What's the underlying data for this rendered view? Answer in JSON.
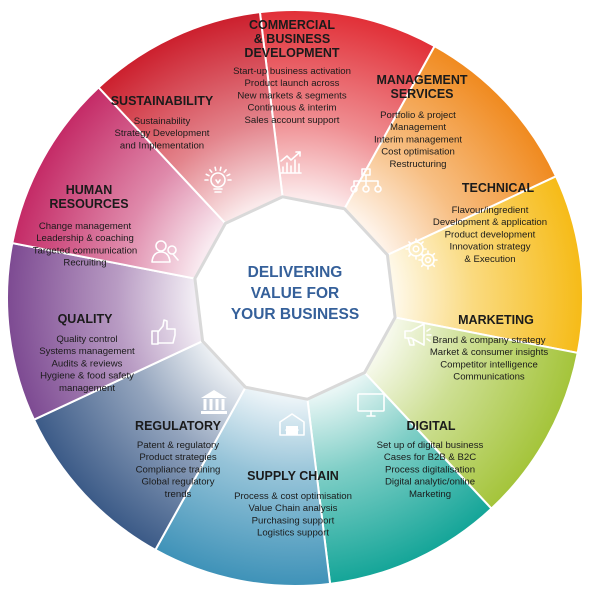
{
  "center": {
    "lines": [
      "DELIVERING",
      "VALUE FOR",
      "YOUR BUSINESS"
    ]
  },
  "segments": [
    {
      "key": "commercial",
      "color": "#e12f37",
      "icon": "line-chart-icon",
      "title": [
        "COMMERCIAL",
        "& BUSINESS",
        "DEVELOPMENT"
      ],
      "items": [
        "Start-up business activation",
        "Product launch across",
        "New markets & segments",
        "Continuous & interim",
        "Sales account support"
      ]
    },
    {
      "key": "management",
      "color": "#f08a1f",
      "icon": "org-chart-icon",
      "title": [
        "MANAGEMENT",
        "SERVICES"
      ],
      "items": [
        "Portfolio & project",
        "Management",
        "Interim management",
        "Cost optimisation",
        "Restructuring"
      ]
    },
    {
      "key": "technical",
      "color": "#f6bb17",
      "icon": "gears-icon",
      "title": [
        "TECHNICAL"
      ],
      "items": [
        "Flavour/ingredient",
        "Development & application",
        "Product development",
        "Innovation strategy",
        "& Execution"
      ]
    },
    {
      "key": "marketing",
      "color": "#a4c43a",
      "icon": "megaphone-icon",
      "title": [
        "MARKETING"
      ],
      "items": [
        "Brand & company strategy",
        "Market & consumer insights",
        "Competitor intelligence",
        "Communications"
      ]
    },
    {
      "key": "digital",
      "color": "#14a598",
      "icon": "monitor-icon",
      "title": [
        "DIGITAL"
      ],
      "items": [
        "Set up of digital business",
        "Cases for B2B & B2C",
        "Process digitalisation",
        "Digital analytic/online",
        "Marketing"
      ]
    },
    {
      "key": "supply",
      "color": "#3e92b8",
      "icon": "warehouse-icon",
      "title": [
        "SUPPLY CHAIN"
      ],
      "items": [
        "Process & cost optimisation",
        "Value Chain analysis",
        "Purchasing support",
        "Logistics support"
      ]
    },
    {
      "key": "regulatory",
      "color": "#3b5a87",
      "icon": "bank-icon",
      "title": [
        "REGULATORY"
      ],
      "items": [
        "Patent & regulatory",
        "Product strategies",
        "Compliance training",
        "Global regulatory",
        "trends"
      ]
    },
    {
      "key": "quality",
      "color": "#7d4a92",
      "icon": "thumbs-up-icon",
      "title": [
        "QUALITY"
      ],
      "items": [
        "Quality control",
        "Systems management",
        "Audits & reviews",
        "Hygiene & food safety",
        "management"
      ]
    },
    {
      "key": "hr",
      "color": "#c42a66",
      "icon": "people-icon",
      "title": [
        "HUMAN",
        "RESOURCES"
      ],
      "items": [
        "Change management",
        "Leadership & coaching",
        "Targeted communication",
        "Recruiting"
      ]
    },
    {
      "key": "sustainability",
      "color": "#cc1f2d",
      "icon": "lightbulb-icon",
      "title": [
        "SUSTAINABILITY"
      ],
      "items": [
        "Sustainability",
        "Strategy Development",
        "and Implementation"
      ]
    }
  ]
}
